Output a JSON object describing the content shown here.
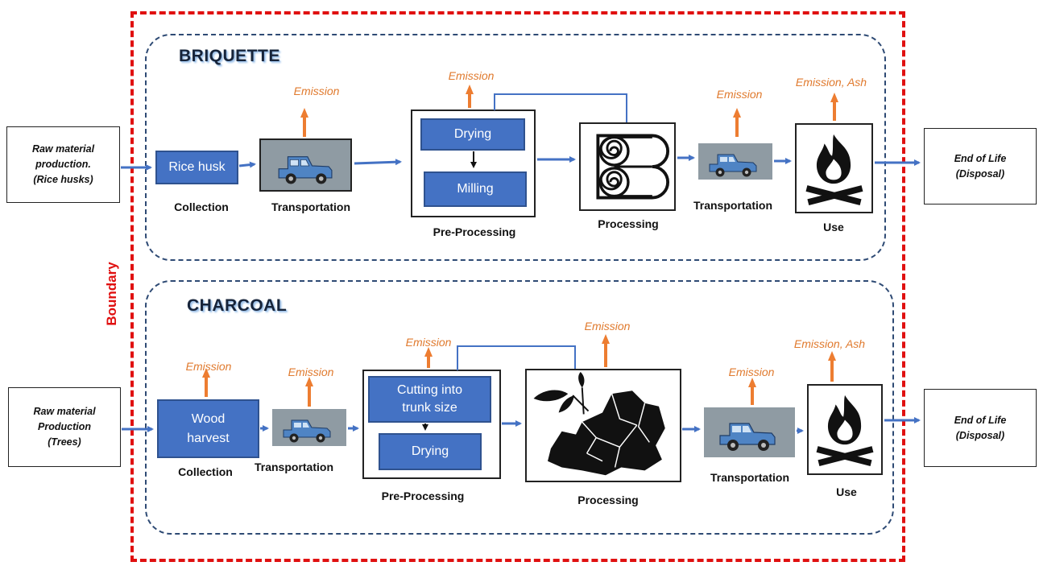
{
  "boundary_label": "Boundary",
  "briquette": {
    "title": "BRIQUETTE",
    "raw_material": [
      "Raw material",
      "production.",
      "(Rice husks)"
    ],
    "rice_husk": "Rice husk",
    "collection": "Collection",
    "transport1": "Transportation",
    "emission_transport1": "Emission",
    "drying": "Drying",
    "milling": "Milling",
    "emission_pre": "Emission",
    "pre_processing": "Pre-Processing",
    "processing": "Processing",
    "transport2": "Transportation",
    "emission_transport2": "Emission",
    "use": "Use",
    "emission_use": "Emission, Ash",
    "end_of_life": [
      "End of Life",
      "(Disposal)"
    ]
  },
  "charcoal": {
    "title": "CHARCOAL",
    "raw_material": [
      "Raw material",
      "Production",
      "(Trees)"
    ],
    "wood_harvest": "Wood harvest",
    "emission_collection": "Emission",
    "collection": "Collection",
    "transport1": "Transportation",
    "emission_transport1": "Emission",
    "cutting": "Cutting into trunk size",
    "drying": "Drying",
    "emission_pre": "Emission",
    "pre_processing": "Pre-Processing",
    "emission_processing": "Emission",
    "processing": "Processing",
    "transport2": "Transportation",
    "emission_transport2": "Emission",
    "use": "Use",
    "emission_use": "Emission, Ash",
    "end_of_life": [
      "End of Life",
      "(Disposal)"
    ]
  },
  "colors": {
    "flow_arrow": "#4472c4",
    "emission_arrow": "#ed7d31",
    "boundary": "#e01010",
    "process_box": "#4472c4"
  },
  "icons": [
    "truck-icon",
    "briquette-press-icon",
    "fire-icon",
    "charcoal-icon"
  ]
}
